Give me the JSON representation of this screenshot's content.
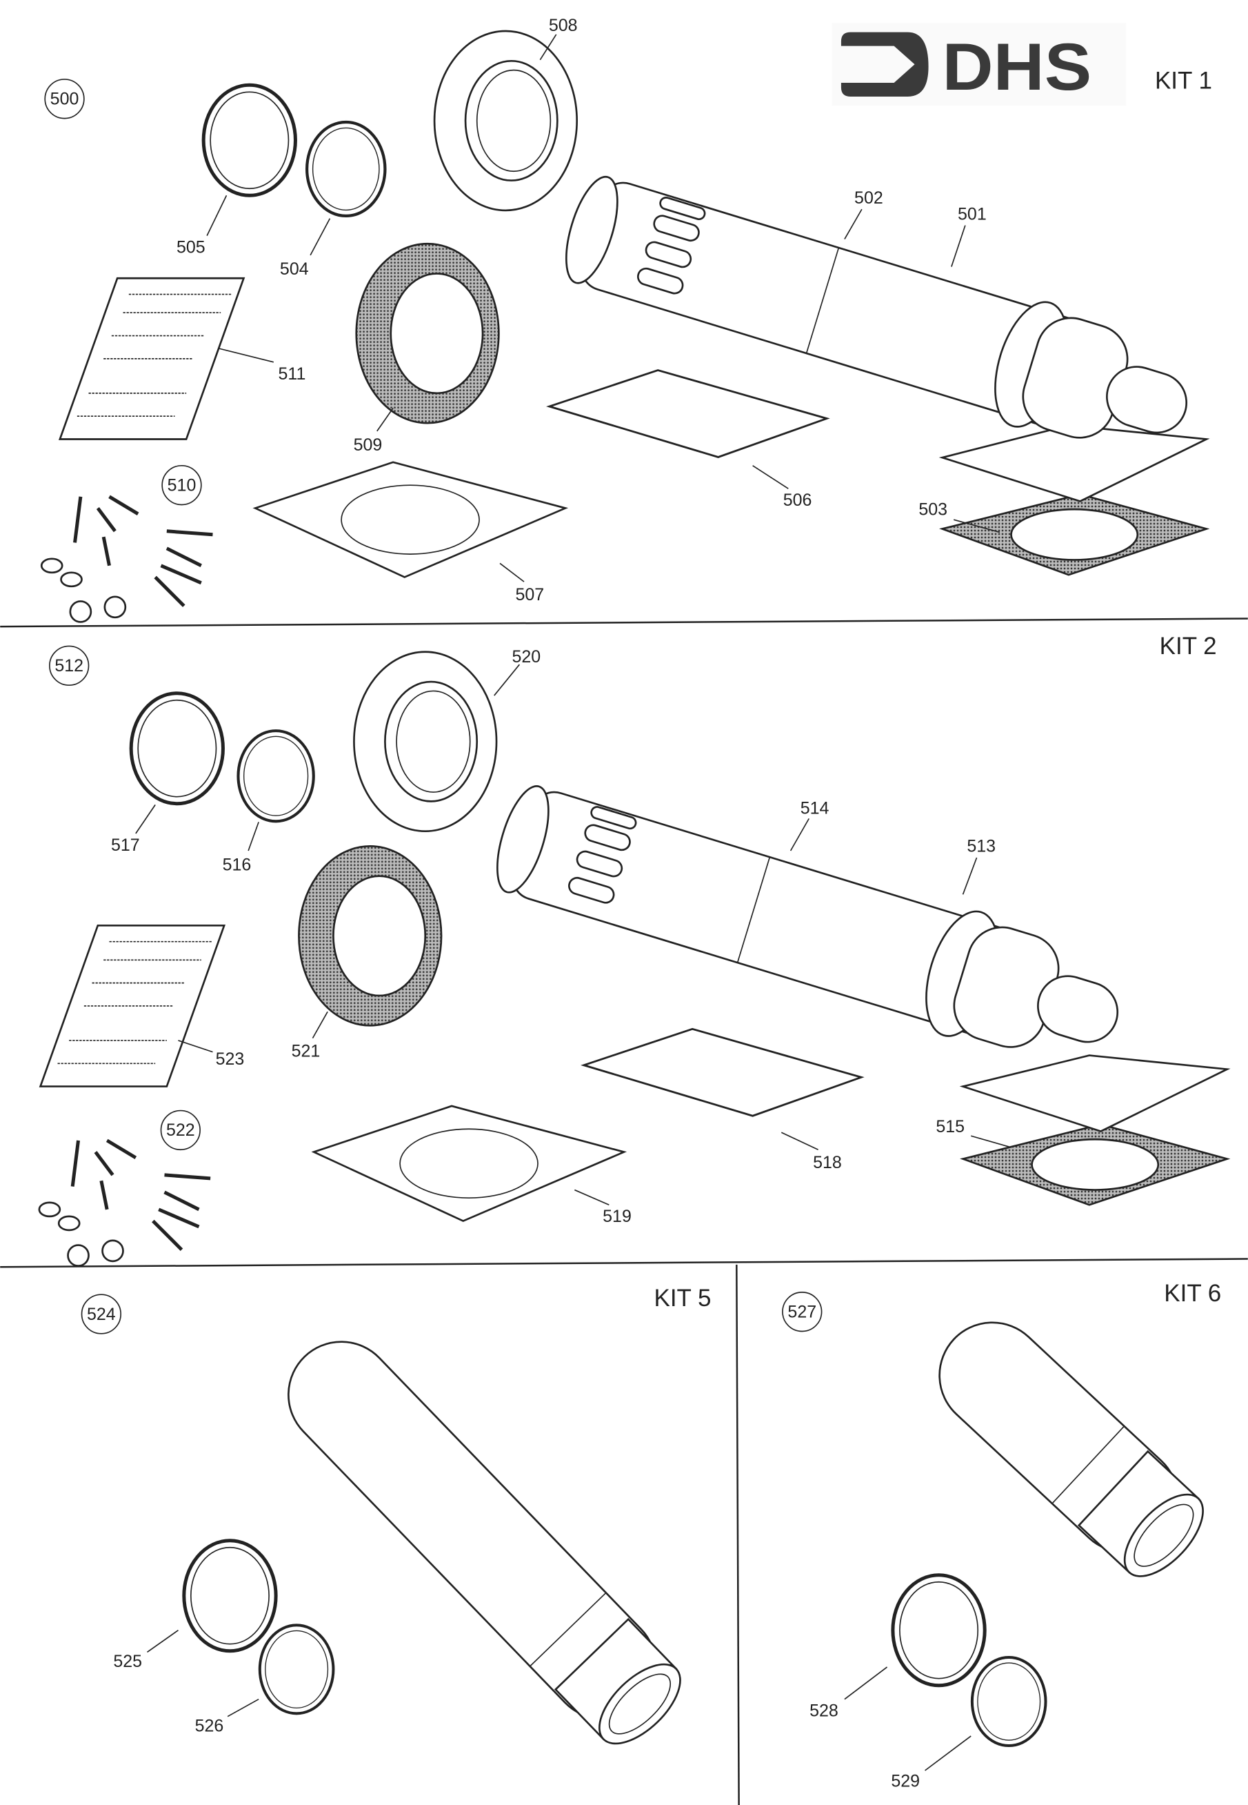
{
  "logo": {
    "text": "DHS",
    "color": "#3a3a3a"
  },
  "kits": [
    {
      "title": "KIT 1",
      "ref": "500",
      "parts": {
        "p501": "501",
        "p502": "502",
        "p503": "503",
        "p504": "504",
        "p505": "505",
        "p506": "506",
        "p507": "507",
        "p508": "508",
        "p509": "509",
        "p510": "510",
        "p511": "511"
      }
    },
    {
      "title": "KIT 2",
      "ref": "512",
      "parts": {
        "p513": "513",
        "p514": "514",
        "p515": "515",
        "p516": "516",
        "p517": "517",
        "p518": "518",
        "p519": "519",
        "p520": "520",
        "p521": "521",
        "p522": "522",
        "p523": "523"
      }
    },
    {
      "title": "KIT 5",
      "ref": "524",
      "parts": {
        "p525": "525",
        "p526": "526"
      }
    },
    {
      "title": "KIT 6",
      "ref": "527",
      "parts": {
        "p528": "528",
        "p529": "529"
      }
    }
  ]
}
